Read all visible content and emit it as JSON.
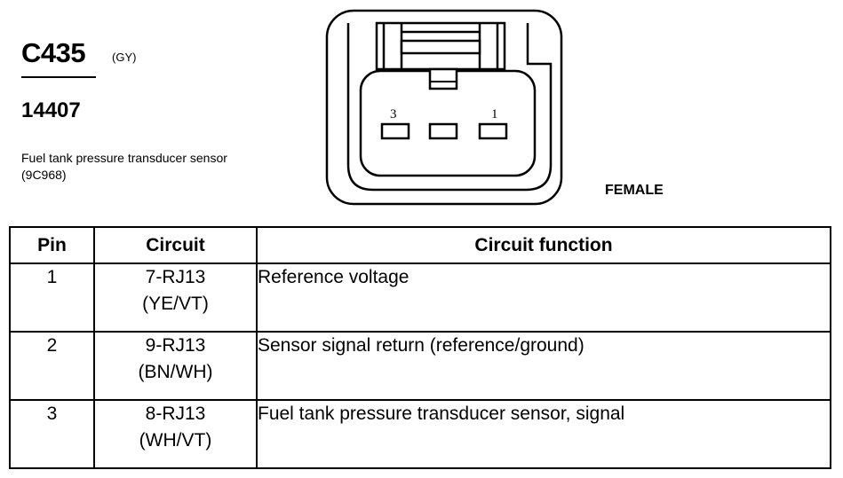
{
  "connector": {
    "id": "C435",
    "color_code": "(GY)",
    "part_number": "14407",
    "description": [
      "Fuel tank pressure transducer sensor",
      "(9C968)"
    ],
    "gender": "FEMALE",
    "pin_labels": [
      "3",
      "1"
    ]
  },
  "table": {
    "headers": [
      "Pin",
      "Circuit",
      "Circuit function"
    ],
    "rows": [
      {
        "pin": "1",
        "circuit": [
          "7-RJ13",
          "(YE/VT)"
        ],
        "function": "Reference voltage"
      },
      {
        "pin": "2",
        "circuit": [
          "9-RJ13",
          "(BN/WH)"
        ],
        "function": "Sensor signal return (reference/ground)"
      },
      {
        "pin": "3",
        "circuit": [
          "8-RJ13",
          "(WH/VT)"
        ],
        "function": "Fuel tank pressure transducer sensor, signal"
      }
    ]
  }
}
